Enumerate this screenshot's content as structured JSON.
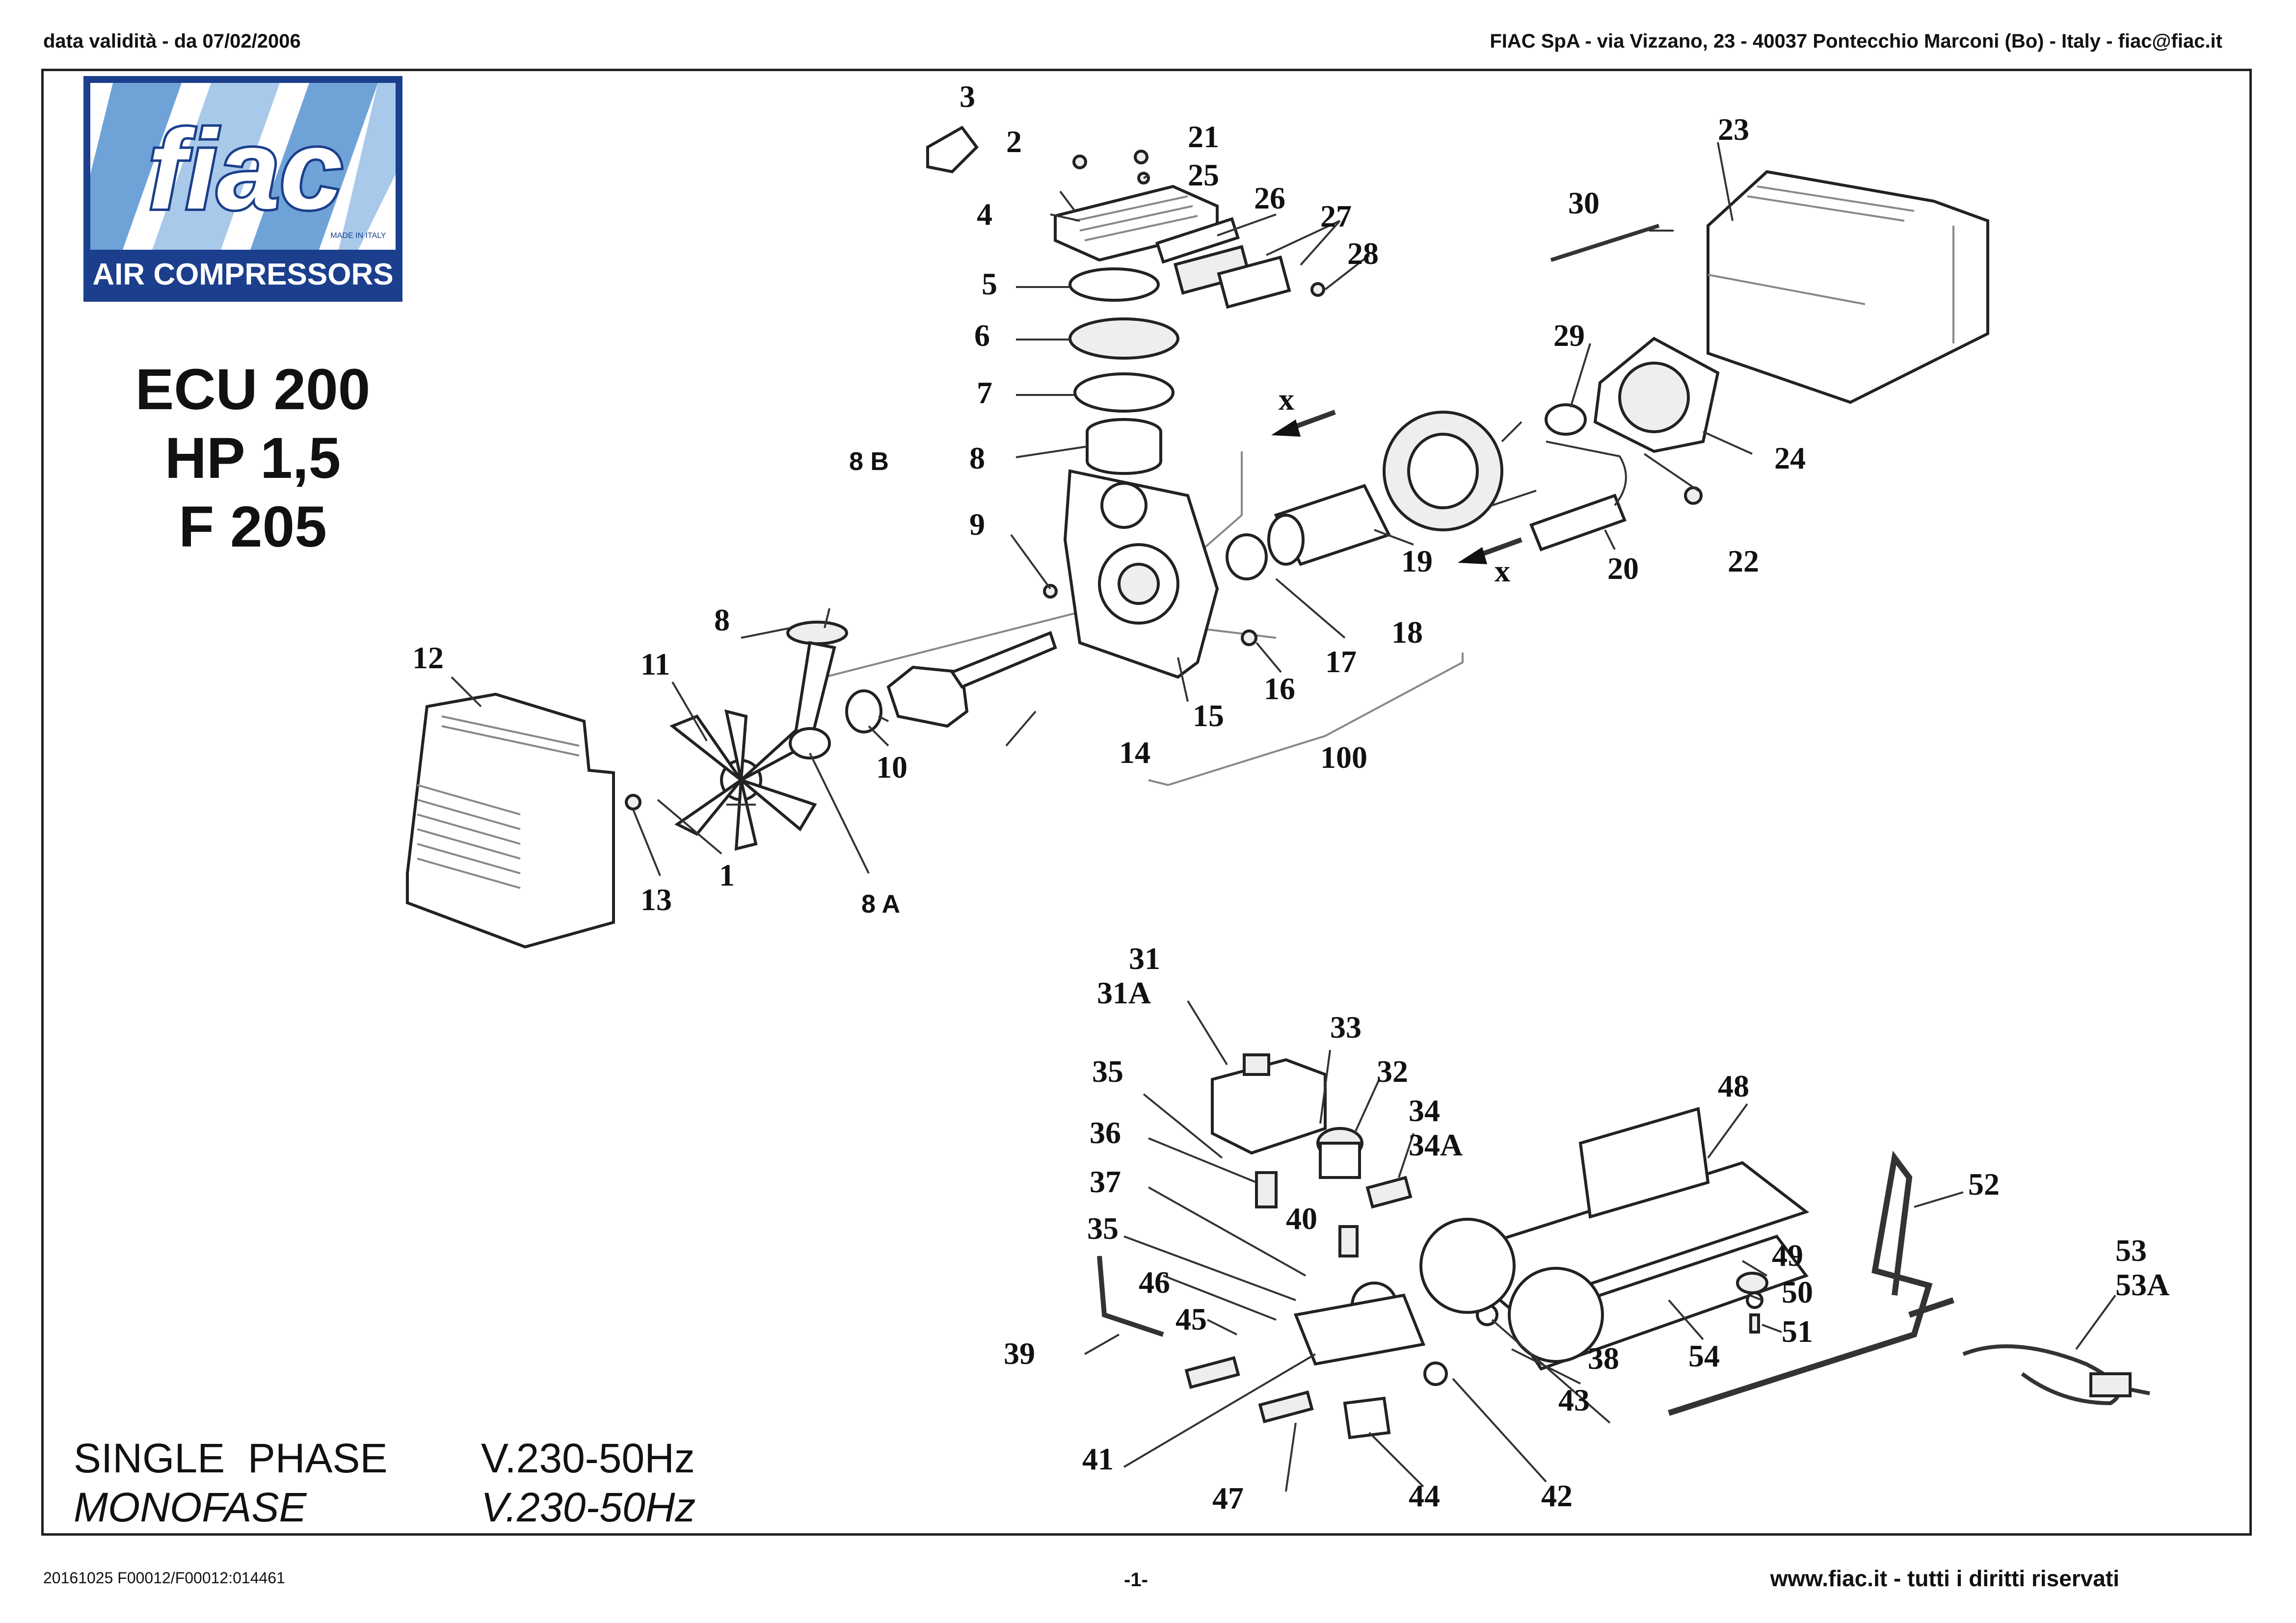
{
  "header": {
    "left": "data validità - da 07/02/2006",
    "right": "FIAC SpA - via Vizzano, 23 - 40037 Pontecchio Marconi (Bo) - Italy - fiac@fiac.it"
  },
  "logo": {
    "brand": "fiac",
    "tagline": "AIR COMPRESSORS",
    "small": "MADE IN ITALY"
  },
  "model": {
    "line1": "ECU 200",
    "line2": "HP 1,5",
    "line3": "F 205"
  },
  "phase": {
    "line1_label": "SINGLE  PHASE",
    "line1_value": "V.230-50Hz",
    "line2_label": "MONOFASE",
    "line2_value": "V.230-50Hz"
  },
  "footer": {
    "left": "20161025 F00012/F00012:014461",
    "center": "-1-",
    "right": "www.fiac.it - tutti i diritti riservati"
  },
  "parts": [
    {
      "id": "p1",
      "label": "1"
    },
    {
      "id": "p2",
      "label": "2"
    },
    {
      "id": "p3",
      "label": "3"
    },
    {
      "id": "p4",
      "label": "4"
    },
    {
      "id": "p5",
      "label": "5"
    },
    {
      "id": "p6",
      "label": "6"
    },
    {
      "id": "p7",
      "label": "7"
    },
    {
      "id": "p8a",
      "label": "8"
    },
    {
      "id": "p8b",
      "label": "8"
    },
    {
      "id": "p8B",
      "label": "8 B"
    },
    {
      "id": "p8A",
      "label": "8 A"
    },
    {
      "id": "p9",
      "label": "9"
    },
    {
      "id": "p10",
      "label": "10"
    },
    {
      "id": "p11",
      "label": "11"
    },
    {
      "id": "p12",
      "label": "12"
    },
    {
      "id": "p13",
      "label": "13"
    },
    {
      "id": "p14",
      "label": "14"
    },
    {
      "id": "p15",
      "label": "15"
    },
    {
      "id": "p16",
      "label": "16"
    },
    {
      "id": "p17",
      "label": "17"
    },
    {
      "id": "p18",
      "label": "18"
    },
    {
      "id": "p19",
      "label": "19"
    },
    {
      "id": "p20",
      "label": "20"
    },
    {
      "id": "p21",
      "label": "21"
    },
    {
      "id": "p22",
      "label": "22"
    },
    {
      "id": "p23",
      "label": "23"
    },
    {
      "id": "p24",
      "label": "24"
    },
    {
      "id": "p25",
      "label": "25"
    },
    {
      "id": "p26",
      "label": "26"
    },
    {
      "id": "p27",
      "label": "27"
    },
    {
      "id": "p28",
      "label": "28"
    },
    {
      "id": "p29",
      "label": "29"
    },
    {
      "id": "p30",
      "label": "30"
    },
    {
      "id": "p100",
      "label": "100"
    },
    {
      "id": "px1",
      "label": "x"
    },
    {
      "id": "px2",
      "label": "x"
    },
    {
      "id": "p31",
      "label": "31"
    },
    {
      "id": "p31A",
      "label": "31A"
    },
    {
      "id": "p32",
      "label": "32"
    },
    {
      "id": "p33",
      "label": "33"
    },
    {
      "id": "p34",
      "label": "34"
    },
    {
      "id": "p34A",
      "label": "34A"
    },
    {
      "id": "p35a",
      "label": "35"
    },
    {
      "id": "p35b",
      "label": "35"
    },
    {
      "id": "p36",
      "label": "36"
    },
    {
      "id": "p37",
      "label": "37"
    },
    {
      "id": "p38",
      "label": "38"
    },
    {
      "id": "p39",
      "label": "39"
    },
    {
      "id": "p40",
      "label": "40"
    },
    {
      "id": "p41",
      "label": "41"
    },
    {
      "id": "p42",
      "label": "42"
    },
    {
      "id": "p43",
      "label": "43"
    },
    {
      "id": "p44",
      "label": "44"
    },
    {
      "id": "p45",
      "label": "45"
    },
    {
      "id": "p46",
      "label": "46"
    },
    {
      "id": "p47",
      "label": "47"
    },
    {
      "id": "p48",
      "label": "48"
    },
    {
      "id": "p49",
      "label": "49"
    },
    {
      "id": "p50",
      "label": "50"
    },
    {
      "id": "p51",
      "label": "51"
    },
    {
      "id": "p52",
      "label": "52"
    },
    {
      "id": "p53",
      "label": "53"
    },
    {
      "id": "p53A",
      "label": "53A"
    },
    {
      "id": "p54",
      "label": "54"
    }
  ],
  "colors": {
    "logo_blue": "#1b3f8c",
    "logo_light": "#6fa3d8",
    "text": "#111111"
  }
}
